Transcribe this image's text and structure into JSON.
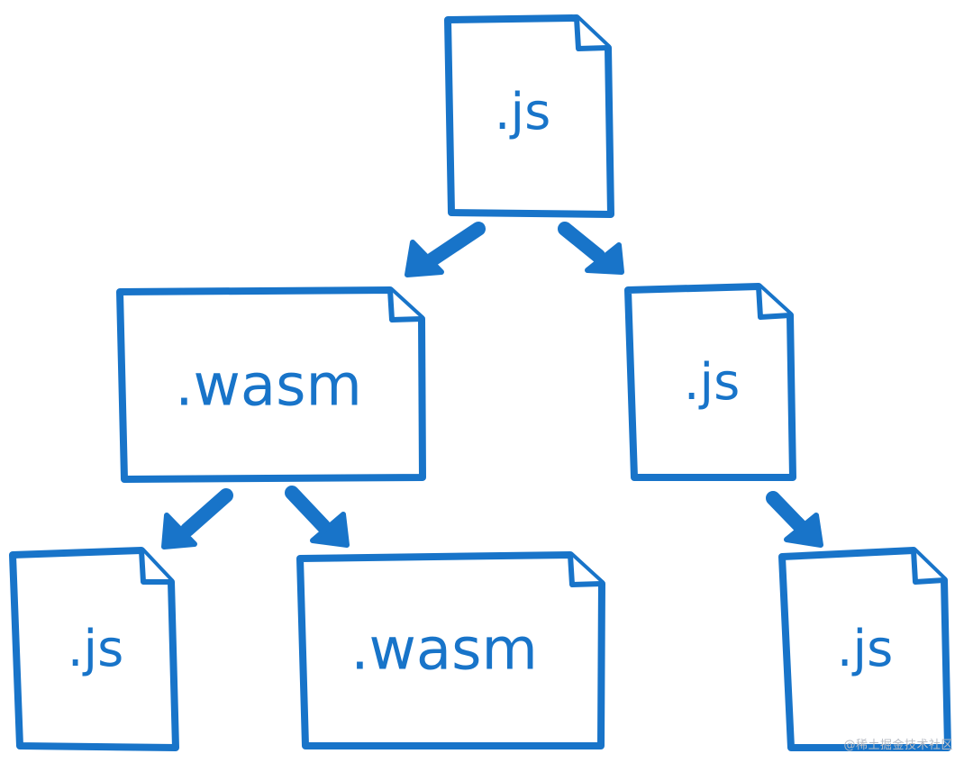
{
  "colors": {
    "stroke": "#1874C9",
    "background": "#ffffff",
    "watermark": "#b8bcc4"
  },
  "nodes": [
    {
      "id": "root-js",
      "label": ".js"
    },
    {
      "id": "left-wasm",
      "label": ".wasm"
    },
    {
      "id": "right-js",
      "label": ".js"
    },
    {
      "id": "bottom-left-js",
      "label": ".js"
    },
    {
      "id": "bottom-middle-wasm",
      "label": ".wasm"
    },
    {
      "id": "bottom-right-js",
      "label": ".js"
    }
  ],
  "edges": [
    {
      "from": "root-js",
      "to": "left-wasm"
    },
    {
      "from": "root-js",
      "to": "right-js"
    },
    {
      "from": "left-wasm",
      "to": "bottom-left-js"
    },
    {
      "from": "left-wasm",
      "to": "bottom-middle-wasm"
    },
    {
      "from": "right-js",
      "to": "bottom-right-js"
    }
  ],
  "watermark": "@稀土掘金技术社区"
}
